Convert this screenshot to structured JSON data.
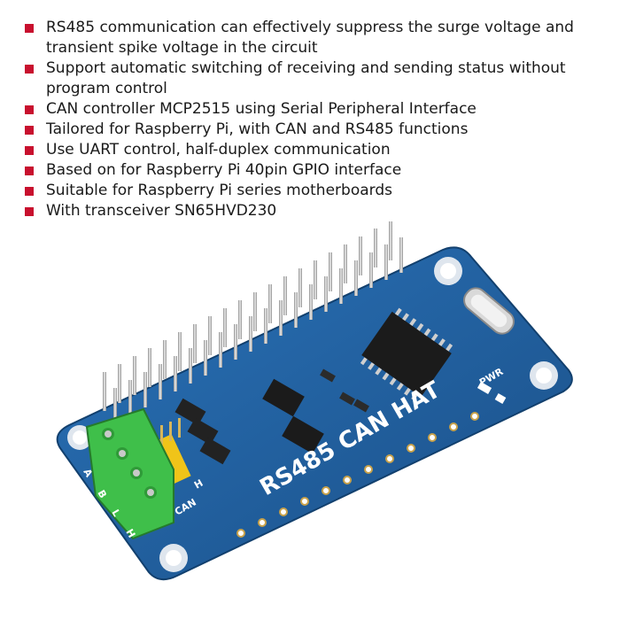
{
  "colors": {
    "bullet": "#c8102e",
    "pcb": "#1f5f9e",
    "terminal": "#3fbf4a",
    "header_pin": "#c9c9c9",
    "chip": "#1b1b1b"
  },
  "features": [
    "RS485 communication can effectively suppress the surge voltage and transient spike voltage in the circuit",
    "Support automatic switching of receiving and sending status without program control",
    "CAN controller MCP2515 using Serial Peripheral Interface",
    "Tailored for Raspberry Pi, with CAN and RS485 functions",
    "Use UART control, half-duplex communication",
    "Based on for Raspberry Pi 40pin GPIO interface",
    "Suitable for Raspberry Pi series motherboards",
    "With transceiver SN65HVD230"
  ],
  "board": {
    "silkscreen_title": "RS485 CAN HAT",
    "pwr_label": "PWR",
    "can_label": "CAN",
    "pin_labels": [
      "A",
      "B",
      "L",
      "H"
    ],
    "can_h_label": "H"
  }
}
